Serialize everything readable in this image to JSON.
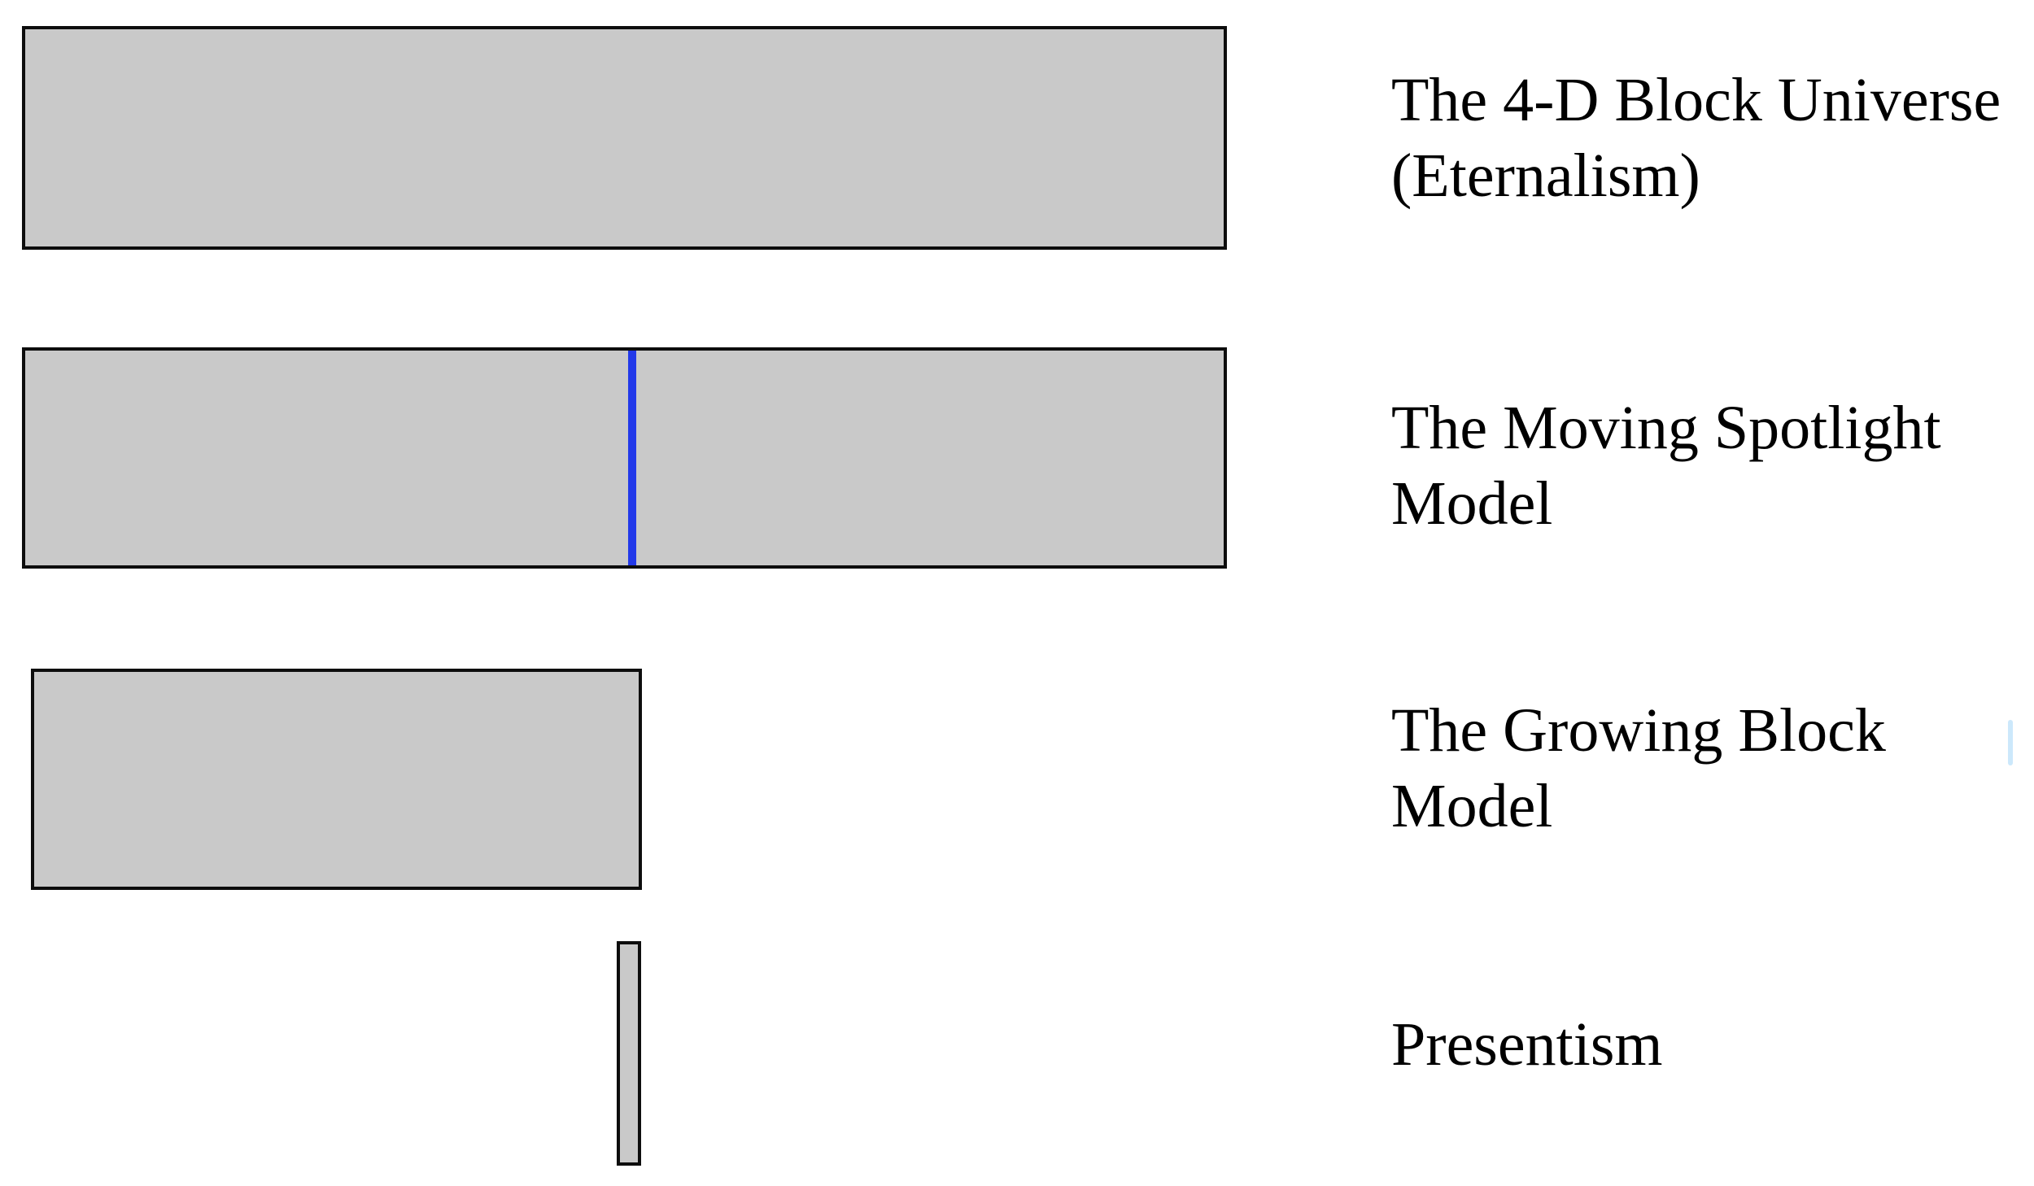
{
  "figure": {
    "background_color": "#ffffff",
    "bar_fill_color": "#c9c9c9",
    "bar_border_color": "#0d0d0d",
    "now_line_color": "#2239e9",
    "text_color": "#000000",
    "edge_artifact_color": "#cce8fb"
  },
  "rows": [
    {
      "id": "eternalism",
      "label_line1": "The 4-D Block Universe",
      "label_line2": "(Eternalism)"
    },
    {
      "id": "moving-spotlight",
      "label_line1": "The Moving Spotlight",
      "label_line2": "Model"
    },
    {
      "id": "growing-block",
      "label_line1": "The Growing Block",
      "label_line2": "Model"
    },
    {
      "id": "presentism",
      "label_line1": "Presentism"
    }
  ],
  "bars": [
    {
      "model": "The 4-D Block Universe (Eternalism)",
      "relative_width": 1.0
    },
    {
      "model": "The Moving Spotlight Model",
      "relative_width": 1.0,
      "now_marker_position": 0.505
    },
    {
      "model": "The Growing Block Model",
      "relative_width": 0.51
    },
    {
      "model": "Presentism",
      "relative_width": 0.02
    }
  ]
}
